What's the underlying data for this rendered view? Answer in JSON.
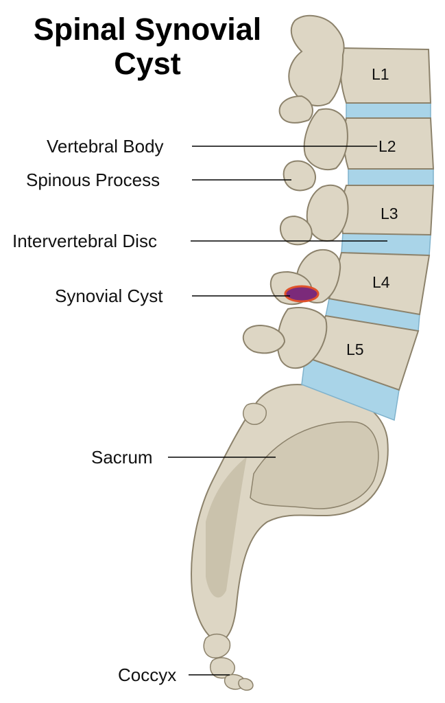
{
  "title": {
    "line1": "Spinal Synovial",
    "line2": "Cyst"
  },
  "labels": {
    "vertebral_body": "Vertebral Body",
    "spinous_process": "Spinous Process",
    "intervertebral_disc": "Intervertebral Disc",
    "synovial_cyst": "Synovial Cyst",
    "sacrum": "Sacrum",
    "coccyx": "Coccyx"
  },
  "vertebrae": {
    "l1": "L1",
    "l2": "L2",
    "l3": "L3",
    "l4": "L4",
    "l5": "L5"
  },
  "colors": {
    "bone": "#ddd6c4",
    "bone_shadow": "#b9b09a",
    "bone_outline": "#8c826b",
    "disc": "#a9d4e8",
    "disc_outline": "#7fb2cc",
    "cyst_core": "#7b2a7a",
    "cyst_rim": "#e0532b"
  }
}
